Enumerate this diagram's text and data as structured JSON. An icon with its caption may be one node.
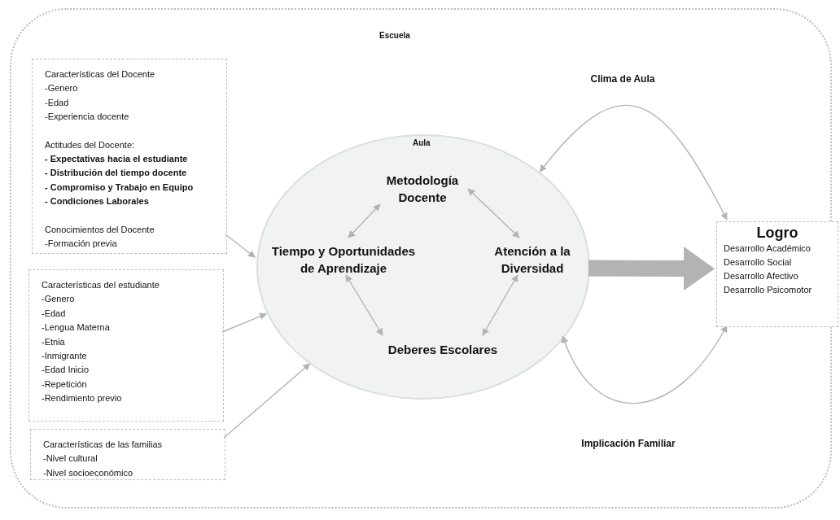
{
  "diagram": {
    "nodes": [
      {
        "text": [
          "Escuela"
        ]
      },
      {
        "text": [
          "Características del Docente",
          "-Genero",
          "-Edad",
          "-Experiencia docente",
          "Actitudes del Docente:",
          "**- Expectativas hacia el estudiante**",
          "**- Distribución del tiempo docente**",
          "**- Compromiso y Trabajo en Equipo**",
          "**- Condiciones Laborales**",
          "Conocimientos del Docente",
          "-Formación previa"
        ],
        "in": 0
      },
      {
        "text": [
          "Características del estudiante",
          "-Genero",
          "-Edad",
          "-Lengua Materna",
          "-Etnia",
          "-Inmigrante",
          "-Edad Inicio",
          "-Repetición",
          "-Rendimiento previo"
        ],
        "in": 0
      },
      {
        "text": [
          "Características de las familias",
          "-Nivel cultural",
          "-Nivel socioeconómico"
        ],
        "in": 0
      },
      {
        "text": [
          "Aula"
        ],
        "in": 0
      },
      {
        "text": [
          "Metodología Docente"
        ],
        "in": 4
      },
      {
        "text": [
          "Tiempo y Oportunidades de Aprendizaje"
        ],
        "in": 4
      },
      {
        "text": [
          "Atención a la Diversidad"
        ],
        "in": 4
      },
      {
        "text": [
          "Deberes Escolares"
        ],
        "in": 4
      },
      {
        "text": [
          "Logro",
          "Desarrollo Académico",
          "Desarrollo Social",
          "Desarrollo Afectivo",
          "Desarrollo Psicomotor"
        ],
        "in": 0
      }
    ],
    "edges": [
      {
        "from": 1,
        "to": 4,
        "arrow": "to"
      },
      {
        "from": 2,
        "to": 4,
        "arrow": "to"
      },
      {
        "from": 3,
        "to": 4,
        "arrow": "to"
      },
      {
        "from": 5,
        "to": 6,
        "arrow": "both"
      },
      {
        "from": 5,
        "to": 7,
        "arrow": "both"
      },
      {
        "from": 6,
        "to": 8,
        "arrow": "both"
      },
      {
        "from": 7,
        "to": 8,
        "arrow": "both"
      },
      {
        "from": 4,
        "to": 9,
        "arrow": "to",
        "style": "thick"
      },
      {
        "from": 4,
        "to": 9,
        "arrow": "both",
        "label": "Clima de Aula"
      },
      {
        "from": 4,
        "to": 9,
        "arrow": "both",
        "label": "Implicación Familiar"
      }
    ]
  }
}
